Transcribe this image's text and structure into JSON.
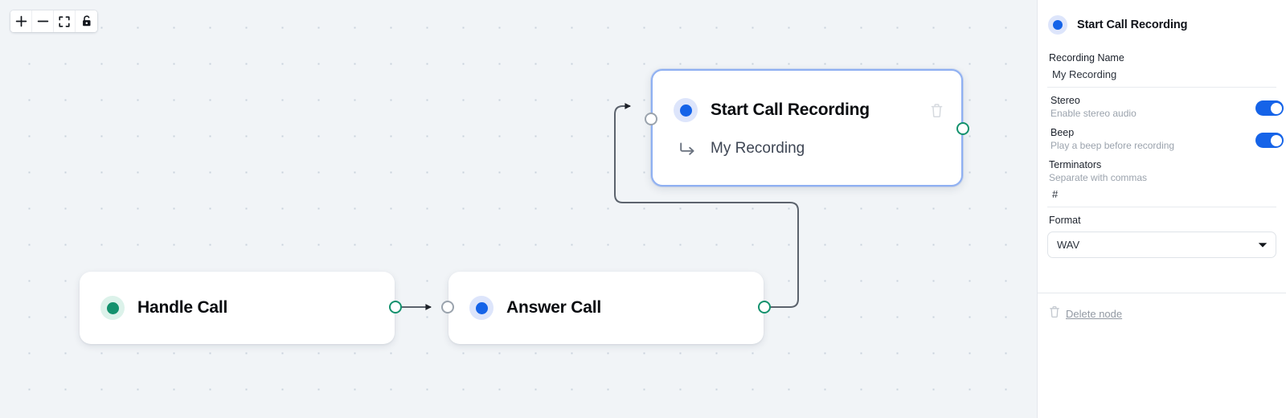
{
  "toolbar": {
    "zoom_in_label": "+",
    "zoom_out_label": "−",
    "fit_view_label": "Fit view",
    "lock_label": "Unlock"
  },
  "canvas": {
    "background_color": "#f1f4f7",
    "grid": "dots"
  },
  "nodes": [
    {
      "id": "handle-call",
      "title": "Handle Call",
      "accent": "#13916d",
      "accent_halo": "#dcf2ea",
      "selected": false
    },
    {
      "id": "answer-call",
      "title": "Answer Call",
      "accent": "#1563e8",
      "accent_halo": "#dde5fb",
      "selected": false
    },
    {
      "id": "start-call-recording",
      "title": "Start Call Recording",
      "subtitle": "My Recording",
      "subtitle_icon": "arrow-return-icon",
      "accent": "#1563e8",
      "accent_halo": "#dde5fb",
      "selected": true,
      "selected_border_color": "#8fb0f2",
      "delete_icon": "trash-icon"
    }
  ],
  "panel": {
    "title": "Start Call Recording",
    "accent": "#1563e8",
    "fields": {
      "recording_name": {
        "label": "Recording Name",
        "value": "My Recording"
      },
      "stereo": {
        "label": "Stereo",
        "hint": "Enable stereo audio",
        "enabled": true
      },
      "beep": {
        "label": "Beep",
        "hint": "Play a beep before recording",
        "enabled": true
      },
      "terminators": {
        "label": "Terminators",
        "hint": "Separate with commas",
        "value": "#"
      },
      "format": {
        "label": "Format",
        "value": "WAV"
      }
    },
    "delete_node": {
      "label": "Delete node",
      "icon": "trash-icon"
    },
    "toggle_on_color": "#1563e8"
  }
}
